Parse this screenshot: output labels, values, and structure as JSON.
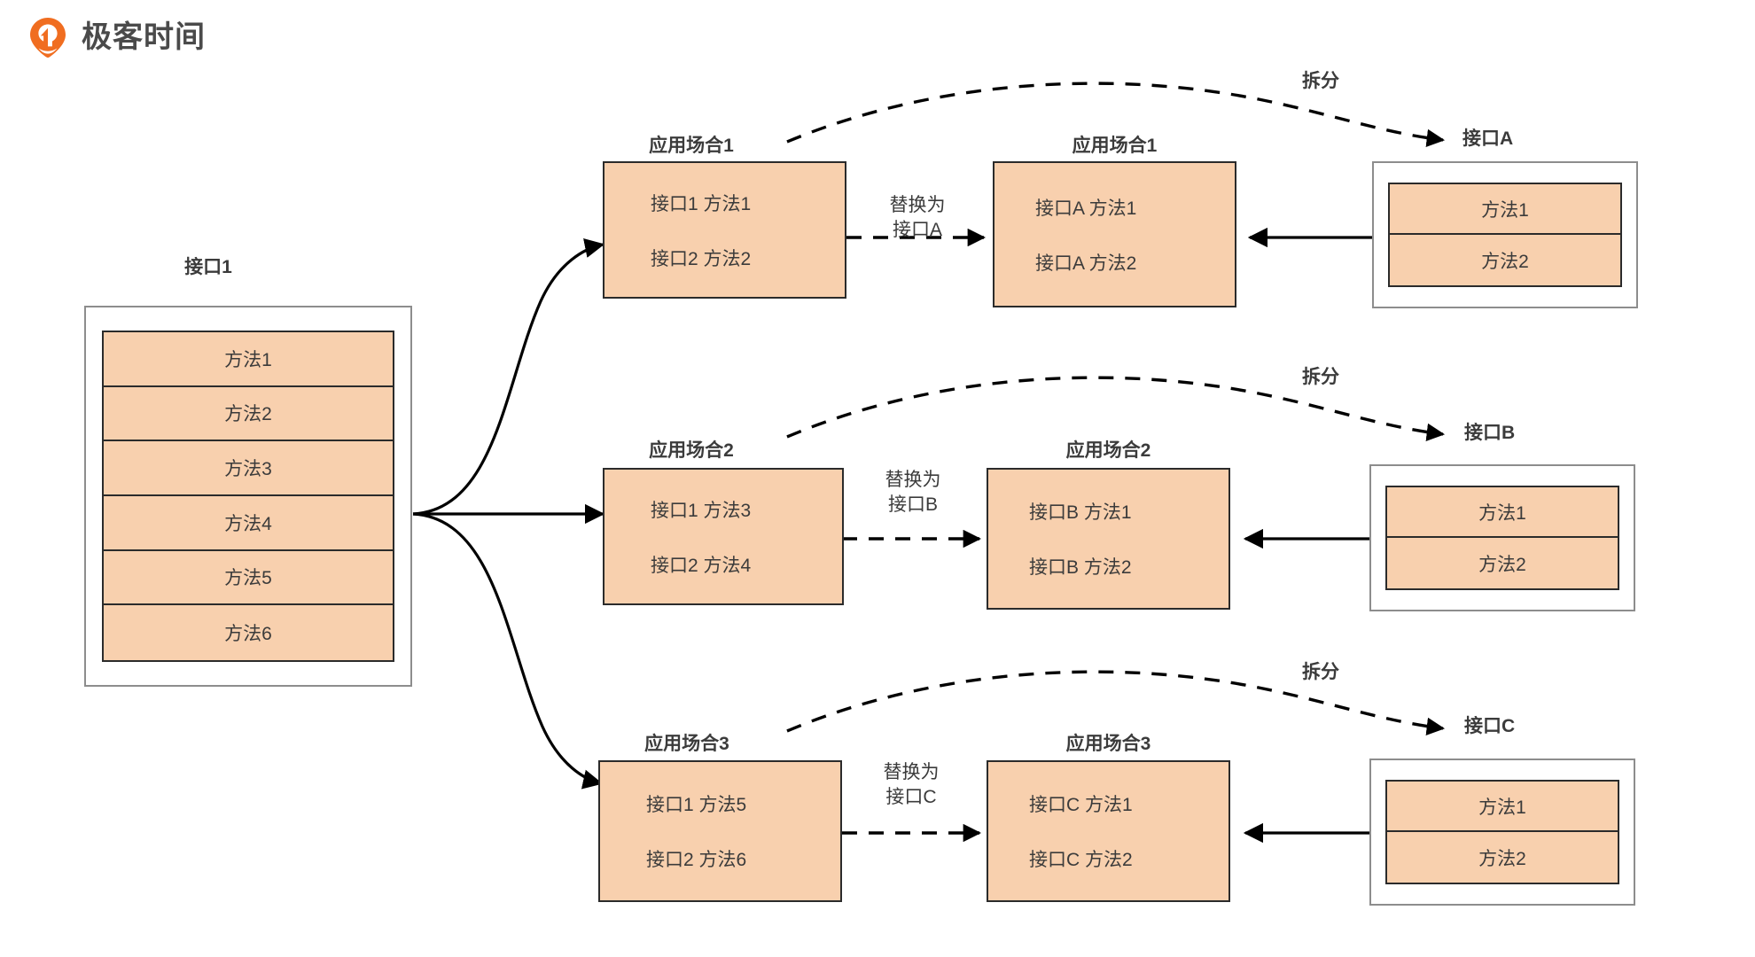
{
  "brand": {
    "name": "极客时间",
    "logo_icon": "geektime-pin-logo",
    "logo_color": "#F06D20"
  },
  "colors": {
    "block_fill": "#F8D0AE",
    "block_border": "#2B2B2B",
    "container_border": "#8D8D8D",
    "text": "#3B3B3B",
    "connector": "#000000"
  },
  "source_interface": {
    "title": "接口1",
    "methods": [
      "方法1",
      "方法2",
      "方法3",
      "方法4",
      "方法5",
      "方法6"
    ]
  },
  "rows": [
    {
      "before_caption": "应用场合1",
      "before_lines": [
        "接口1 方法1",
        "接口2 方法2"
      ],
      "replace_label": "替换为\n接口A",
      "replace_label_line1": "替换为",
      "replace_label_line2": "接口A",
      "after_caption": "应用场合1",
      "after_lines": [
        "接口A 方法1",
        "接口A 方法2"
      ],
      "split_label": "拆分",
      "new_interface_title": "接口A",
      "new_interface_methods": [
        "方法1",
        "方法2"
      ]
    },
    {
      "before_caption": "应用场合2",
      "before_lines": [
        "接口1 方法3",
        "接口2 方法4"
      ],
      "replace_label": "替换为\n接口B",
      "replace_label_line1": "替换为",
      "replace_label_line2": "接口B",
      "after_caption": "应用场合2",
      "after_lines": [
        "接口B 方法1",
        "接口B 方法2"
      ],
      "split_label": "拆分",
      "new_interface_title": "接口B",
      "new_interface_methods": [
        "方法1",
        "方法2"
      ]
    },
    {
      "before_caption": "应用场合3",
      "before_lines": [
        "接口1 方法5",
        "接口2 方法6"
      ],
      "replace_label": "替换为\n接口C",
      "replace_label_line1": "替换为",
      "replace_label_line2": "接口C",
      "after_caption": "应用场合3",
      "after_lines": [
        "接口C 方法1",
        "接口C 方法2"
      ],
      "split_label": "拆分",
      "new_interface_title": "接口C",
      "new_interface_methods": [
        "方法1",
        "方法2"
      ]
    }
  ]
}
